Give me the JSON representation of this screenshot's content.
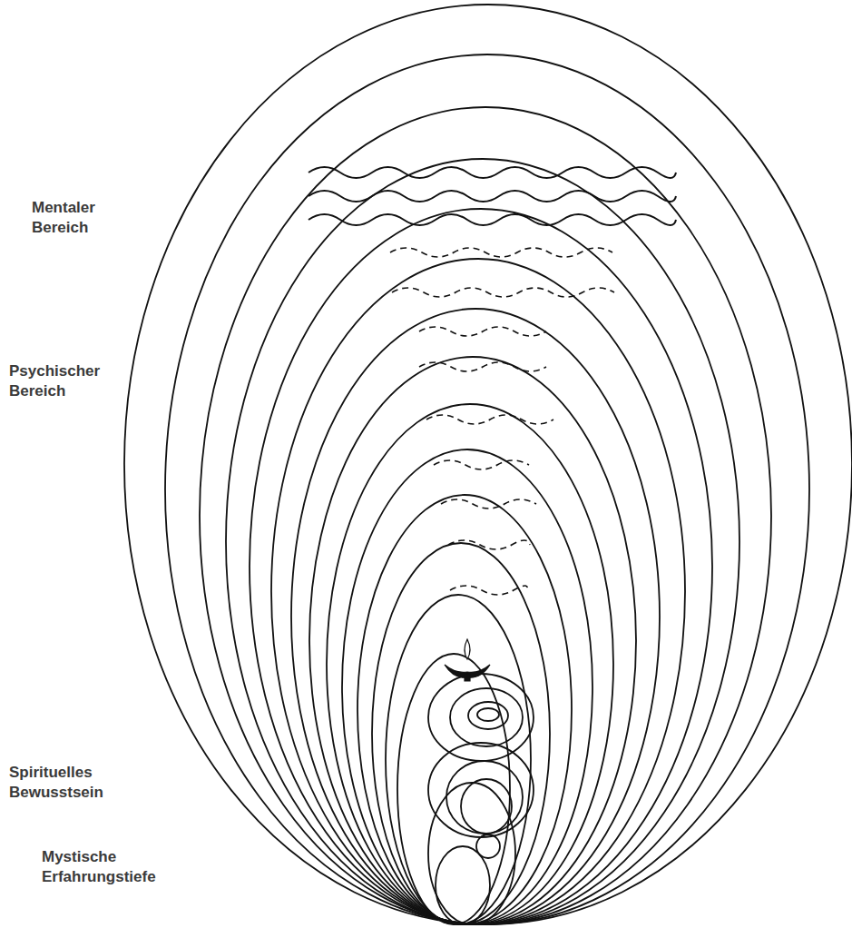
{
  "diagram": {
    "labels": [
      "Mentaler Bereich",
      "Psychischer Bereich",
      "Spirituelles Bewusstsein",
      "Mystische Erfahrungstiefe"
    ]
  }
}
